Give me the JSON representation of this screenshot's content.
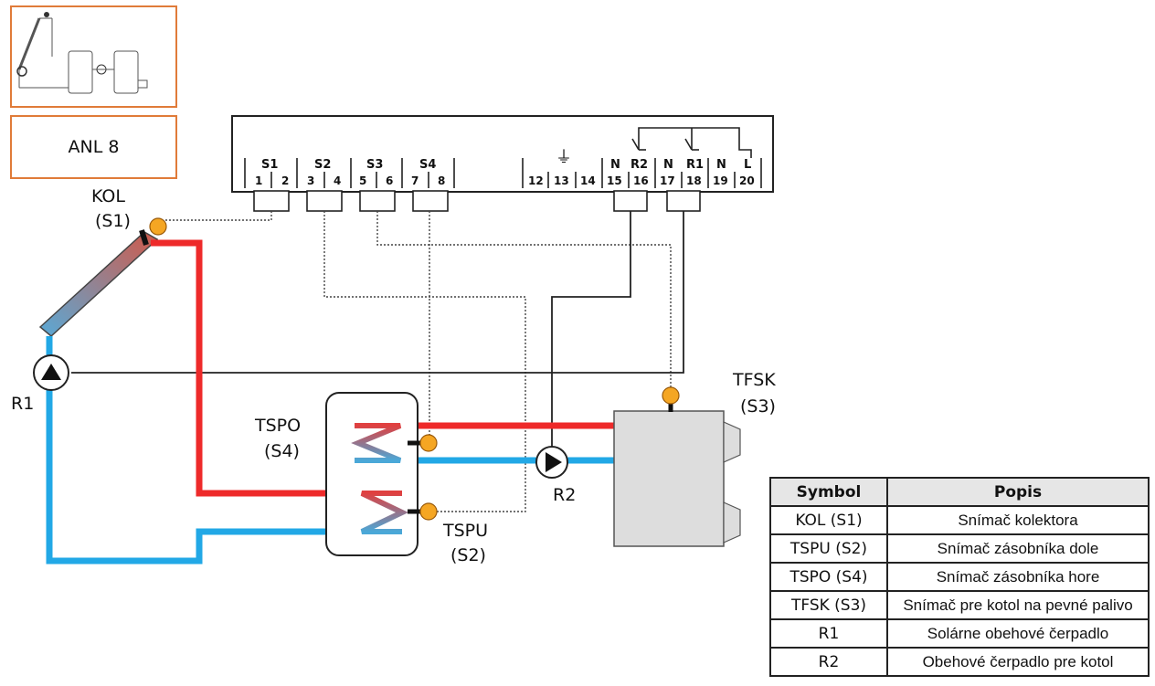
{
  "thumbnail": {
    "icon": "solar-system-schematic-icon"
  },
  "model": {
    "label": "ANL 8"
  },
  "controller": {
    "groups": [
      {
        "label": "S1",
        "terminals": [
          "1",
          "2"
        ]
      },
      {
        "label": "S2",
        "terminals": [
          "3",
          "4"
        ]
      },
      {
        "label": "S3",
        "terminals": [
          "5",
          "6"
        ]
      },
      {
        "label": "S4",
        "terminals": [
          "7",
          "8"
        ]
      }
    ],
    "numbered_terminals": [
      "12",
      "13",
      "14",
      "15",
      "16",
      "17",
      "18",
      "19",
      "20"
    ],
    "relay_labels": [
      "N",
      "R2",
      "N",
      "R1",
      "N",
      "L"
    ],
    "ground_symbol": "⏚"
  },
  "labels": {
    "kol": "KOL",
    "kol_sub": "(S1)",
    "r1": "R1",
    "r2": "R2",
    "tspo": "TSPO",
    "tspo_sub": "(S4)",
    "tspu": "TSPU",
    "tspu_sub": "(S2)",
    "tfsk": "TFSK",
    "tfsk_sub": "(S3)"
  },
  "colors": {
    "hot": "#ee2a2a",
    "cold": "#22a8e6",
    "sensor": "#f5a623",
    "accent_border": "#e07b39"
  },
  "legend": {
    "header_symbol": "Symbol",
    "header_desc": "Popis",
    "rows": [
      {
        "symbol": "KOL (S1)",
        "desc": "Snímač kolektora"
      },
      {
        "symbol": "TSPU (S2)",
        "desc": "Snímač zásobníka dole"
      },
      {
        "symbol": "TSPO (S4)",
        "desc": "Snímač zásobníka hore"
      },
      {
        "symbol": "TFSK (S3)",
        "desc": "Snímač pre kotol na pevné palivo"
      },
      {
        "symbol": "R1",
        "desc": "Solárne obehové čerpadlo"
      },
      {
        "symbol": "R2",
        "desc": "Obehové čerpadlo pre kotol"
      }
    ]
  }
}
